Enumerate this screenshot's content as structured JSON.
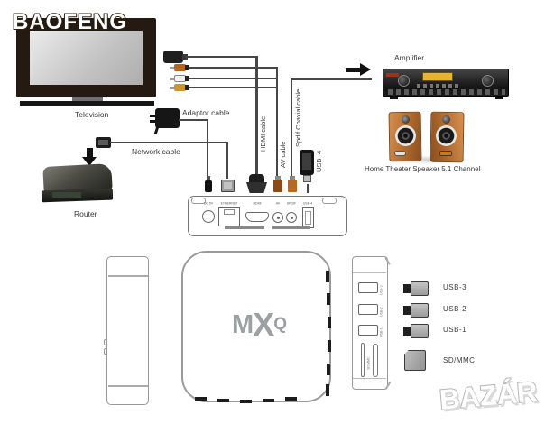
{
  "watermarks": {
    "top": "BAOFENG",
    "bottom": "BAZÁR"
  },
  "devices": {
    "television": {
      "label": "Television"
    },
    "router": {
      "label": "Router"
    },
    "amplifier": {
      "label": "Amplifier"
    },
    "speakers": {
      "label": "Home Theater Speaker 5.1 Channel"
    }
  },
  "cables": {
    "adaptor": {
      "label": "Adaptor cable"
    },
    "network": {
      "label": "Network cable"
    },
    "hdmi": {
      "label": "HDMI cable"
    },
    "av": {
      "label": "AV cable"
    },
    "spdif": {
      "label": "Spdif Coaxial cable"
    },
    "usb4": {
      "label": "USB -4"
    }
  },
  "rear_panel": {
    "ports": [
      {
        "label": "DC 5V"
      },
      {
        "label": "ETHERNET"
      },
      {
        "label": "HDMI"
      },
      {
        "label": "AV"
      },
      {
        "label": "SPDIF"
      },
      {
        "label": "USB-4"
      }
    ]
  },
  "top_view": {
    "logo": "MXQ",
    "logo_letters": [
      "M",
      "X",
      "Q"
    ]
  },
  "side_panel": {
    "items": [
      {
        "label": "USB-3"
      },
      {
        "label": "USB-2"
      },
      {
        "label": "USB-1"
      },
      {
        "label": "SD/MMC"
      }
    ]
  },
  "colors": {
    "line": "#474747",
    "amp_display": "#e8b52f",
    "rca_red": "#b5651d",
    "rca_white": "#f2f2f2",
    "rca_yellow": "#c9972d",
    "speaker_wood": "#b06a2e",
    "usb_plug_gray": "#b0b0b0"
  }
}
